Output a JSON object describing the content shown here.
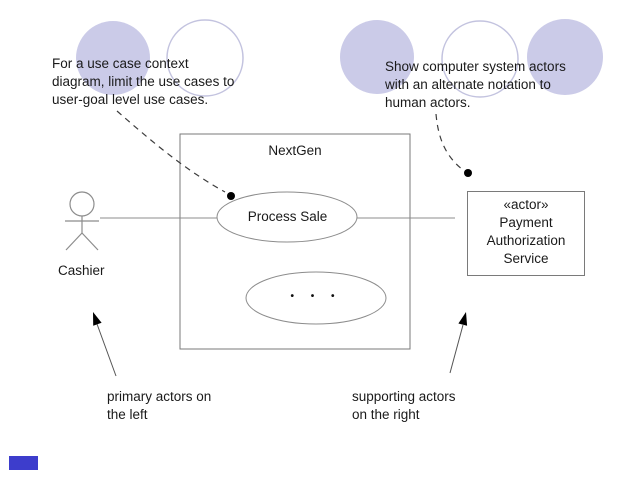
{
  "slide": {
    "notes": {
      "use_case_note": "For a use case context\ndiagram, limit the use cases to\nuser-goal level use cases.",
      "actor_note": "Show computer system actors\nwith an alternate notation to\nhuman actors."
    },
    "diagram": {
      "system_name": "NextGen",
      "use_cases": [
        {
          "name": "Process Sale"
        },
        {
          "name": "• • •"
        }
      ],
      "actors": {
        "primary": {
          "label": "Cashier"
        },
        "supporting": {
          "stereotype": "«actor»",
          "name": "Payment\nAuthorization\nService"
        }
      }
    },
    "annotations": {
      "left": "primary actors on\nthe left",
      "right": "supporting actors\non the right"
    },
    "colors": {
      "circle_fill": "#cbcbe8",
      "circle_stroke": "#c3c3df",
      "diagram_stroke": "#8c8c8c",
      "boundary_stroke": "#7a7a7a",
      "dash_stroke": "#3c3c3c",
      "arrow_stroke": "#555555",
      "arrowhead_fill": "#000000",
      "footer_accent": "#3d3dcc",
      "text": "#1a1a1a"
    }
  }
}
